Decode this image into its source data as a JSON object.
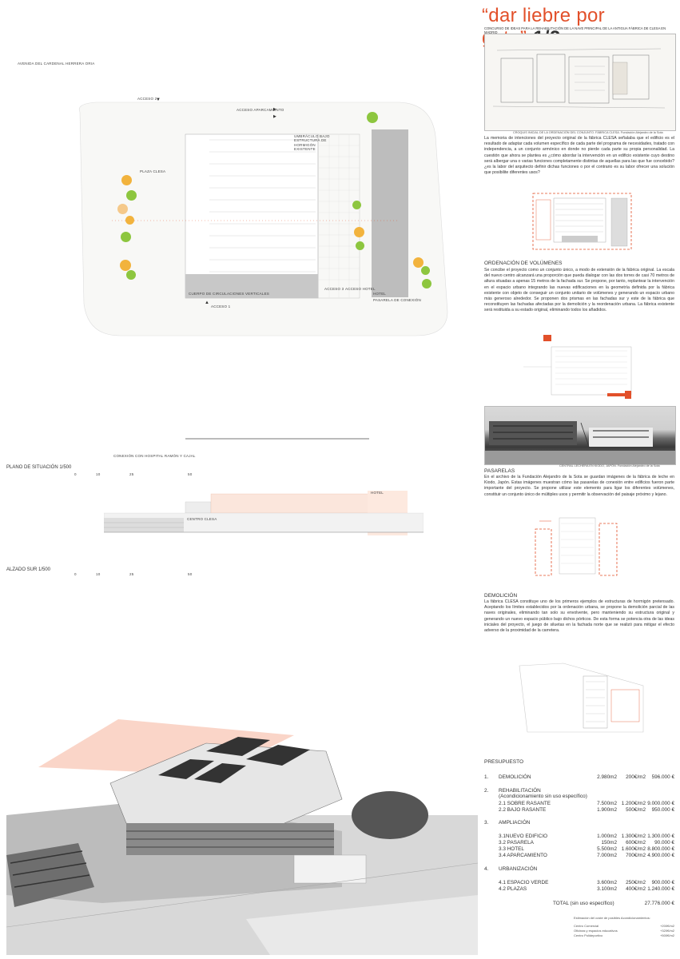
{
  "header": {
    "title": "“dar liebre por gato”",
    "sheet": "1/2",
    "subtitle": "CONCURSO DE IDEAS PARA LA REHABILITACIÓN DE LA NAVE PRINCIPAL DE LA ANTIGUA FÁBRICA DE CLESA EN MADRID"
  },
  "sketch_caption": "CROQUIS INICIAL DE LA ORDENACIÓN DEL CONJUNTO. FÁBRICA CLESA. Fundación Alejandro de la Sota",
  "intro_text": "La memoria de intenciones del proyecto original de la fábrica CLESA señalaba que el edificio es el resultado de adaptar cada volumen específico de cada parte del programa de necesidades, tratado con independencia, a un conjunto armónico en donde no pierde cada parte su propia personalidad. La cuestión que ahora se plantea es ¿cómo abordar la intervención en un edificio existente cuyo destino será albergar una o varias funciones completamente distintas de aquellas para las que fue concebido? ¿es la labor del arquitecto definir dichas funciones o por el contrario es su labor ofrecer una solución que posibilite diferentes usos?",
  "sections": {
    "volumes": {
      "heading": "ORDENACIÓN DE VOLÚMENES",
      "text": "Se concibe el proyecto como un conjunto único, a modo de extensión de la fábrica original. La escala del nuevo centro alcanzará una proporción que pueda dialogar con las dos torres de casi 70 metros de altura situadas a apenas 15 metros de la fachada sur. Se propone, por tanto, replantear la intervención en el espacio urbano integrando las nuevas edificaciones en la geometría definida por la fábrica existente con objeto de conseguir un conjunto unitario de volúmenes y generando un espacio urbano más generoso alrededor. Se proponen dos prismas en las fachadas sur y este de la fábrica que reconstituyen las fachadas afectadas por la demolición y la reordenación urbana. La fábrica existente será restituida a su estado original, eliminando todos los añadidos."
    },
    "photo_caption": "CENTRAL LECHERA EN KIODO, JAPÓN. Fundación Alejandro de la Sota",
    "walkways": {
      "heading": "PASARELAS",
      "text": "En el archivo de la Fundación Alejandro de la Sota se guardan imágenes de la fábrica de leche en Kiodo, Japón. Estas imágenes muestran cómo las pasarelas de conexión entre edificios fueron parte importante del proyecto. Se propone utilizar este elemento para ligar los diferentes volúmenes, constituir un conjunto único de múltiples usos y permitir la observación del paisaje próximo y lejano."
    },
    "demolition": {
      "heading": "DEMOLICIÓN",
      "text": "La fábrica CLESA constituye uno de los primeros ejemplos de estructuras de hormigón pretensado. Aceptando los límites establecidos por la ordenación urbana, se propone la demolición parcial de las naves originales, eliminando tan solo su envolvente, pero manteniendo su estructura original y generando un nuevo espacio público bajo dichos pórticos. De esta forma se potencia otra de las ideas iniciales del proyecto, el juego de siluetas en la fachada norte que se realizó para mitigar el efecto adverso de la proximidad de la carretera."
    }
  },
  "plan": {
    "street": "AVENIDA DEL CARDENAL HERRERA ORIA",
    "labels": {
      "acceso2": "ACCESO 2",
      "acceso_aparcamiento": "ACCESO APARCAMIENTO",
      "umbraculo": "UMBRÁCULO BAJO ESTRUCTURA DE HORMIGÓN EXISTENTE",
      "plaza": "PLAZA CLESA",
      "core": "CUERPO DE CIRCULACIONES VERTICALES",
      "acceso3": "ACCESO 3",
      "acceso_hotel": "ACCESO HOTEL",
      "hotel": "HOTEL",
      "pasarela": "PASARELA DE CONEXIÓN",
      "acceso1": "ACCESO 1",
      "hospital": "CONEXIÓN CON HOSPITAL RAMÓN Y CAJAL"
    },
    "site_plan_title": "PLANO DE SITUACIÓN 1/500",
    "elevation_title": "ALZADO SUR 1/500",
    "elevation_labels": {
      "centro": "CENTRO CLESA",
      "hotel": "HOTEL"
    },
    "scale": [
      "0",
      "10",
      "25",
      "50"
    ]
  },
  "budget": {
    "heading": "PRESUPUESTO",
    "items": [
      {
        "num": "1.",
        "label": "DEMOLICIÓN",
        "area": "2.980m2",
        "price": "200€/m2",
        "total": "596.000 €"
      },
      {
        "num": "2.",
        "label": "REHABILITACIÓN",
        "note": "(Acondicionamiento sin uso específico)"
      },
      {
        "num": "",
        "label": "2.1 SOBRE RASANTE",
        "area": "7.500m2",
        "price": "1.200€/m2",
        "total": "9.000.000 €"
      },
      {
        "num": "",
        "label": "2.2 BAJO RASANTE",
        "area": "1.900m2",
        "price": "500€/m2",
        "total": "950.000 €"
      },
      {
        "num": "3.",
        "label": "AMPLIACIÓN"
      },
      {
        "num": "",
        "label": "3.1NUEVO EDIFICIO",
        "area": "1.000m2",
        "price": "1.300€/m2",
        "total": "1.300.000 €"
      },
      {
        "num": "",
        "label": "3.2 PASARELA",
        "area": "150m2",
        "price": "600€/m2",
        "total": "90.000 €"
      },
      {
        "num": "",
        "label": "3.3 HOTEL",
        "area": "5.500m2",
        "price": "1.600€/m2",
        "total": "8.800.000 €"
      },
      {
        "num": "",
        "label": "3.4 APARCAMIENTO",
        "area": "7.000m2",
        "price": "700€/m2",
        "total": "4.900.000 €"
      },
      {
        "num": "4.",
        "label": "URBANIZACIÓN"
      },
      {
        "num": "",
        "label": "4.1 ESPACIO VERDE",
        "area": "3.600m2",
        "price": "250€/m2",
        "total": "900.000 €"
      },
      {
        "num": "",
        "label": "4.2 PLAZAS",
        "area": "3.100m2",
        "price": "400€/m2",
        "total": "1.240.000 €"
      }
    ],
    "total_label": "TOTAL (sin uso específico)",
    "total_value": "27.776.000 €",
    "footnote": "Estimación del coste de posibles Acondicionamientos:",
    "extras": [
      {
        "label": "Centro Comercial",
        "price": "+200€/m2"
      },
      {
        "label": "Oficinas y espacios educativos",
        "price": "+320€/m2"
      },
      {
        "label": "Centro Polideportivo",
        "price": "+500€/m2"
      }
    ]
  },
  "colors": {
    "accent": "#e2502a",
    "text": "#333333",
    "tree_green": "#8dc63f",
    "tree_yellow": "#f2b33d"
  }
}
